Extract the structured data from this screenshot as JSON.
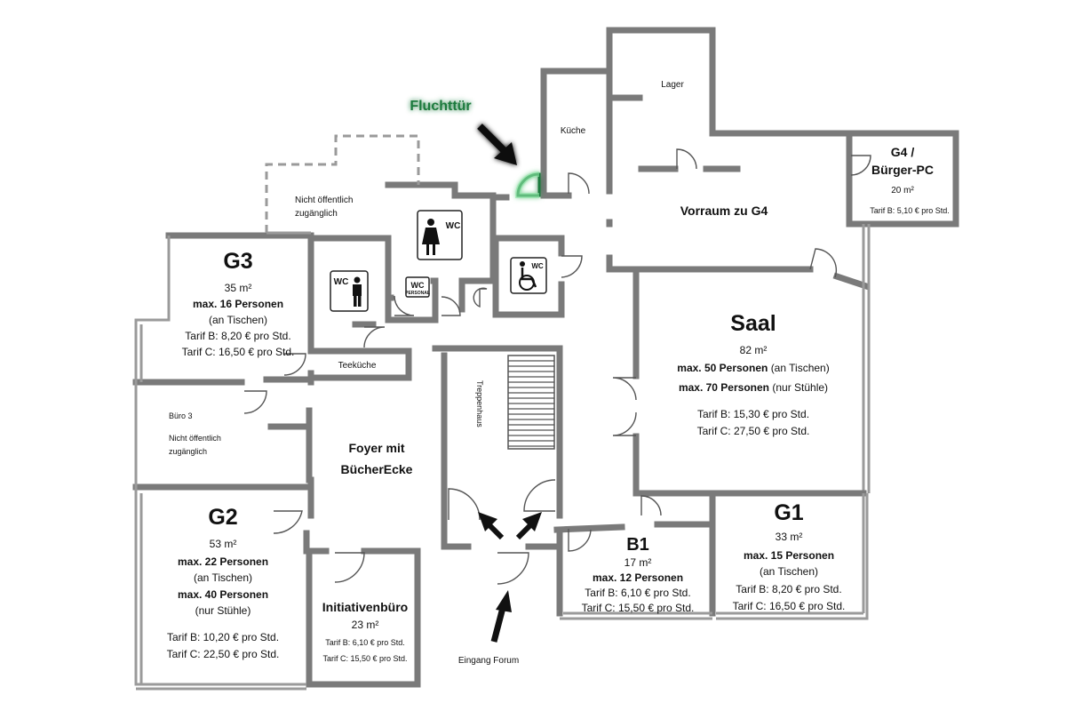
{
  "labels": {
    "fluchttuer": "Fluchttür",
    "lager": "Lager",
    "kueche": "Küche",
    "nicht_oeffentlich_1": "Nicht öffentlich",
    "zugaenglich_1": "zugänglich",
    "vorraum": "Vorraum zu G4",
    "teekueche": "Teeküche",
    "treppenhaus": "Treppenhaus",
    "foyer_1": "Foyer mit",
    "foyer_2": "BücherEcke",
    "buero3": "Büro 3",
    "nicht_oeffentlich_2": "Nicht öffentlich",
    "zugaenglich_2": "zugänglich",
    "eingang": "Eingang Forum",
    "wc": "WC",
    "wc_personal_top": "WC",
    "wc_personal_bottom": "PERSONAL"
  },
  "rooms": {
    "g4": {
      "title_1": "G4 /",
      "title_2": "Bürger-PC",
      "area": "20 m²",
      "tarif_b": "Tarif B: 5,10 € pro Std."
    },
    "g3": {
      "title": "G3",
      "area": "35 m²",
      "max": "max. 16 Personen",
      "note": "(an Tischen)",
      "tarif_b": "Tarif B: 8,20 € pro Std.",
      "tarif_c": "Tarif C: 16,50 € pro Std."
    },
    "saal": {
      "title": "Saal",
      "area": "82 m²",
      "max1_bold": "max. 50 Personen",
      "max1_note": "(an Tischen)",
      "max2_bold": "max. 70 Personen",
      "max2_note": "(nur Stühle)",
      "tarif_b": "Tarif B: 15,30 € pro Std.",
      "tarif_c": "Tarif C: 27,50 € pro Std."
    },
    "g2": {
      "title": "G2",
      "area": "53 m²",
      "max1": "max. 22 Personen",
      "note1": "(an Tischen)",
      "max2": "max. 40 Personen",
      "note2": "(nur Stühle)",
      "tarif_b": "Tarif B: 10,20 € pro Std.",
      "tarif_c": "Tarif C: 22,50 € pro Std."
    },
    "initiativ": {
      "title": "Initiativenbüro",
      "area": "23 m²",
      "tarif_b": "Tarif B: 6,10 € pro Std.",
      "tarif_c": "Tarif C: 15,50 € pro Std."
    },
    "b1": {
      "title": "B1",
      "area": "17 m²",
      "max": "max. 12 Personen",
      "tarif_b": "Tarif B: 6,10 € pro Std.",
      "tarif_c": "Tarif C: 15,50 € pro Std."
    },
    "g1": {
      "title": "G1",
      "area": "33 m²",
      "max": "max. 15 Personen",
      "note": "(an Tischen)",
      "tarif_b": "Tarif B: 8,20 € pro Std.",
      "tarif_c": "Tarif C: 16,50 € pro Std."
    }
  },
  "icons": [
    "wc-women-icon",
    "wc-men-icon",
    "wc-staff-icon",
    "wc-accessible-icon",
    "arrow-icon",
    "stairs-icon",
    "door-swing-icon"
  ],
  "colors": {
    "walls": "#7a7a7a",
    "emergency_exit": "#1e7a3c",
    "emergency_glow": "#8ee6a6",
    "text": "#111111"
  }
}
